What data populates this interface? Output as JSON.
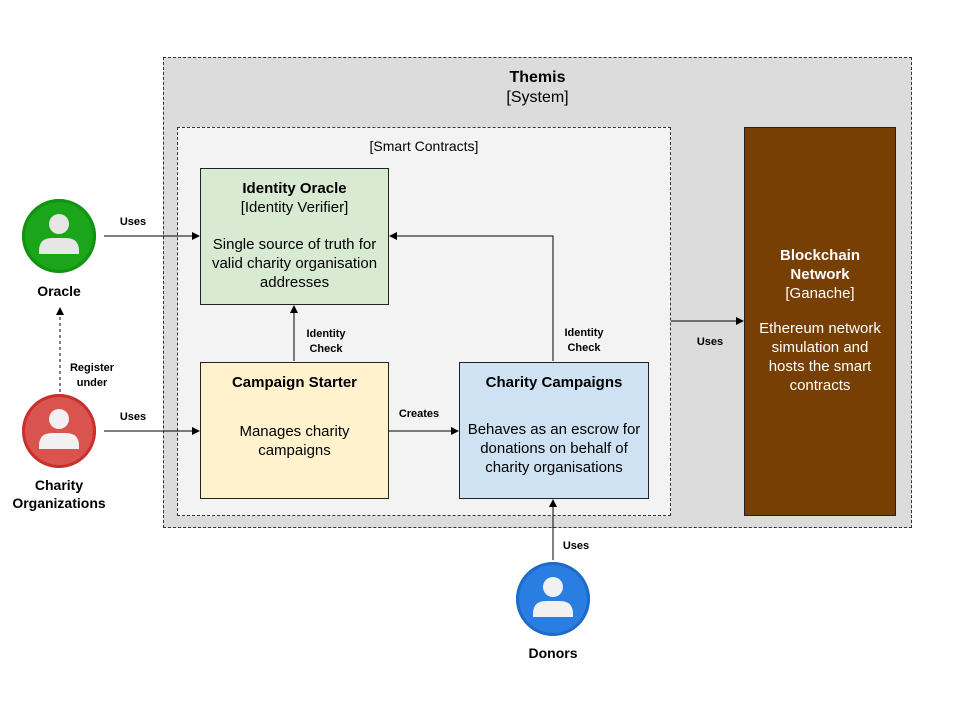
{
  "system": {
    "title": "Themis",
    "type": "[System]"
  },
  "smart_contracts": {
    "label": "[Smart Contracts]"
  },
  "containers": {
    "identity_oracle": {
      "title": "Identity Oracle",
      "type": "[Identity Verifier]",
      "description": "Single source of truth for valid charity organisation addresses"
    },
    "campaign_starter": {
      "title": "Campaign Starter",
      "description": "Manages charity campaigns"
    },
    "charity_campaigns": {
      "title": "Charity Campaigns",
      "description": "Behaves as an escrow for donations on behalf of charity organisations"
    },
    "blockchain": {
      "title": "Blockchain Network",
      "type": "[Ganache]",
      "description": "Ethereum network simulation and hosts the smart contracts"
    }
  },
  "actors": {
    "oracle": {
      "label": "Oracle",
      "color": "#1aa51a"
    },
    "charity": {
      "label": "Charity Organizations",
      "color": "#d9534f"
    },
    "donors": {
      "label": "Donors",
      "color": "#2a7de1"
    }
  },
  "edges": {
    "oracle_uses": "Uses",
    "charity_uses": "Uses",
    "register_under": "Register under",
    "starter_identity_check": "Identity Check",
    "campaigns_identity_check": "Identity Check",
    "creates": "Creates",
    "system_uses": "Uses",
    "donors_uses": "Uses"
  },
  "colors": {
    "system_bg": "#dcdcdc",
    "smart_contracts_bg": "#f3f3f3",
    "identity_oracle_bg": "#d9ead3",
    "campaign_starter_bg": "#fff2cc",
    "charity_campaigns_bg": "#cfe2f3",
    "blockchain_bg": "#783f04"
  }
}
